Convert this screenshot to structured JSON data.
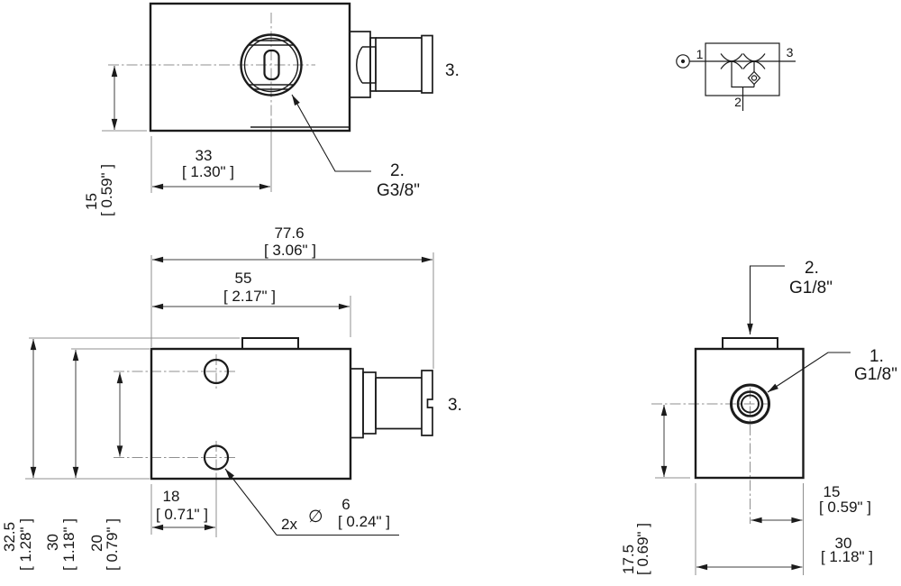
{
  "dimensions": {
    "top_view": {
      "width_33": {
        "mm": "33",
        "inch": "[ 1.30\" ]"
      },
      "height_15": {
        "mm": "15",
        "inch": "[ 0.59\" ]"
      }
    },
    "front_view": {
      "overall_776": {
        "mm": "77.6",
        "inch": "[ 3.06\" ]"
      },
      "body_55": {
        "mm": "55",
        "inch": "[ 2.17\" ]"
      },
      "height_325": {
        "mm": "32.5",
        "inch": "[ 1.28\" ]"
      },
      "height_30": {
        "mm": "30",
        "inch": "[ 1.18\" ]"
      },
      "hole_spacing_20": {
        "mm": "20",
        "inch": "[ 0.79\" ]"
      },
      "hole_x_18": {
        "mm": "18",
        "inch": "[ 0.71\" ]"
      },
      "hole_dia": {
        "qty": "2x",
        "symbol": "∅",
        "mm": "6",
        "inch": "[ 0.24\" ]"
      }
    },
    "side_view": {
      "port_x_15": {
        "mm": "15",
        "inch": "[ 0.59\" ]"
      },
      "width_30": {
        "mm": "30",
        "inch": "[ 1.18\" ]"
      },
      "port_y_175": {
        "mm": "17.5",
        "inch": "[ 0.69\" ]"
      }
    }
  },
  "port_labels": {
    "top_port2": {
      "num": "2.",
      "thread": "G3/8\""
    },
    "top_port3": "3.",
    "front_port3": "3.",
    "side_port2": {
      "num": "2.",
      "thread": "G1/8\""
    },
    "side_port1": {
      "num": "1.",
      "thread": "G1/8\""
    }
  },
  "schematic": {
    "port1": "1",
    "port2": "2",
    "port3": "3"
  }
}
